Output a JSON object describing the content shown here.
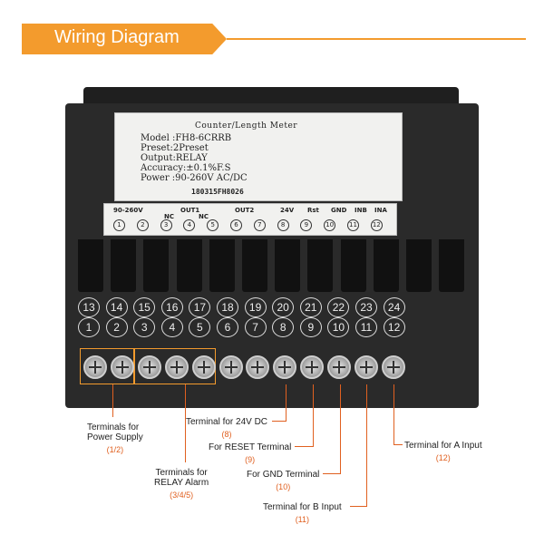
{
  "header": {
    "title": "Wiring Diagram",
    "accent": "#f39b2d"
  },
  "label": {
    "title": "Counter/Length Meter",
    "model": "Model :FH8-6CRRB",
    "preset": "Preset:2Preset",
    "output": "Output:RELAY",
    "accuracy": "Accuracy:±0.1%F.S",
    "power": "Power :90-260V AC/DC",
    "serial": "180315FH8026"
  },
  "strip": {
    "v_label": "90-260V",
    "out1": "OUT1",
    "nc1": "NC",
    "nc2": "NC",
    "out2": "OUT2",
    "v24": "24V",
    "rst": "Rst",
    "gnd": "GND",
    "inb": "INB",
    "ina": "INA",
    "numbers": [
      "1",
      "2",
      "3",
      "4",
      "5",
      "6",
      "7",
      "8",
      "9",
      "10",
      "11",
      "12"
    ]
  },
  "terminals": {
    "top_row": [
      "13",
      "14",
      "15",
      "16",
      "17",
      "18",
      "19",
      "20",
      "21",
      "22",
      "23",
      "24"
    ],
    "bottom_row": [
      "1",
      "2",
      "3",
      "4",
      "5",
      "6",
      "7",
      "8",
      "9",
      "10",
      "11",
      "12"
    ]
  },
  "callouts": {
    "power_supply": {
      "label1": "Terminals for",
      "label2": "Power Supply",
      "num": "(1/2)"
    },
    "relay_alarm": {
      "label1": "Terminals for",
      "label2": "RELAY Alarm",
      "num": "(3/4/5)"
    },
    "dc24": {
      "label": "Terminal for 24V DC",
      "num": "(8)"
    },
    "reset": {
      "label": "For RESET Terminal",
      "num": "(9)"
    },
    "gnd": {
      "label": "For GND Terminal",
      "num": "(10)"
    },
    "inb": {
      "label": "Terminal for B Input",
      "num": "(11)"
    },
    "ina": {
      "label": "Terminal for A Input",
      "num": "(12)"
    }
  }
}
